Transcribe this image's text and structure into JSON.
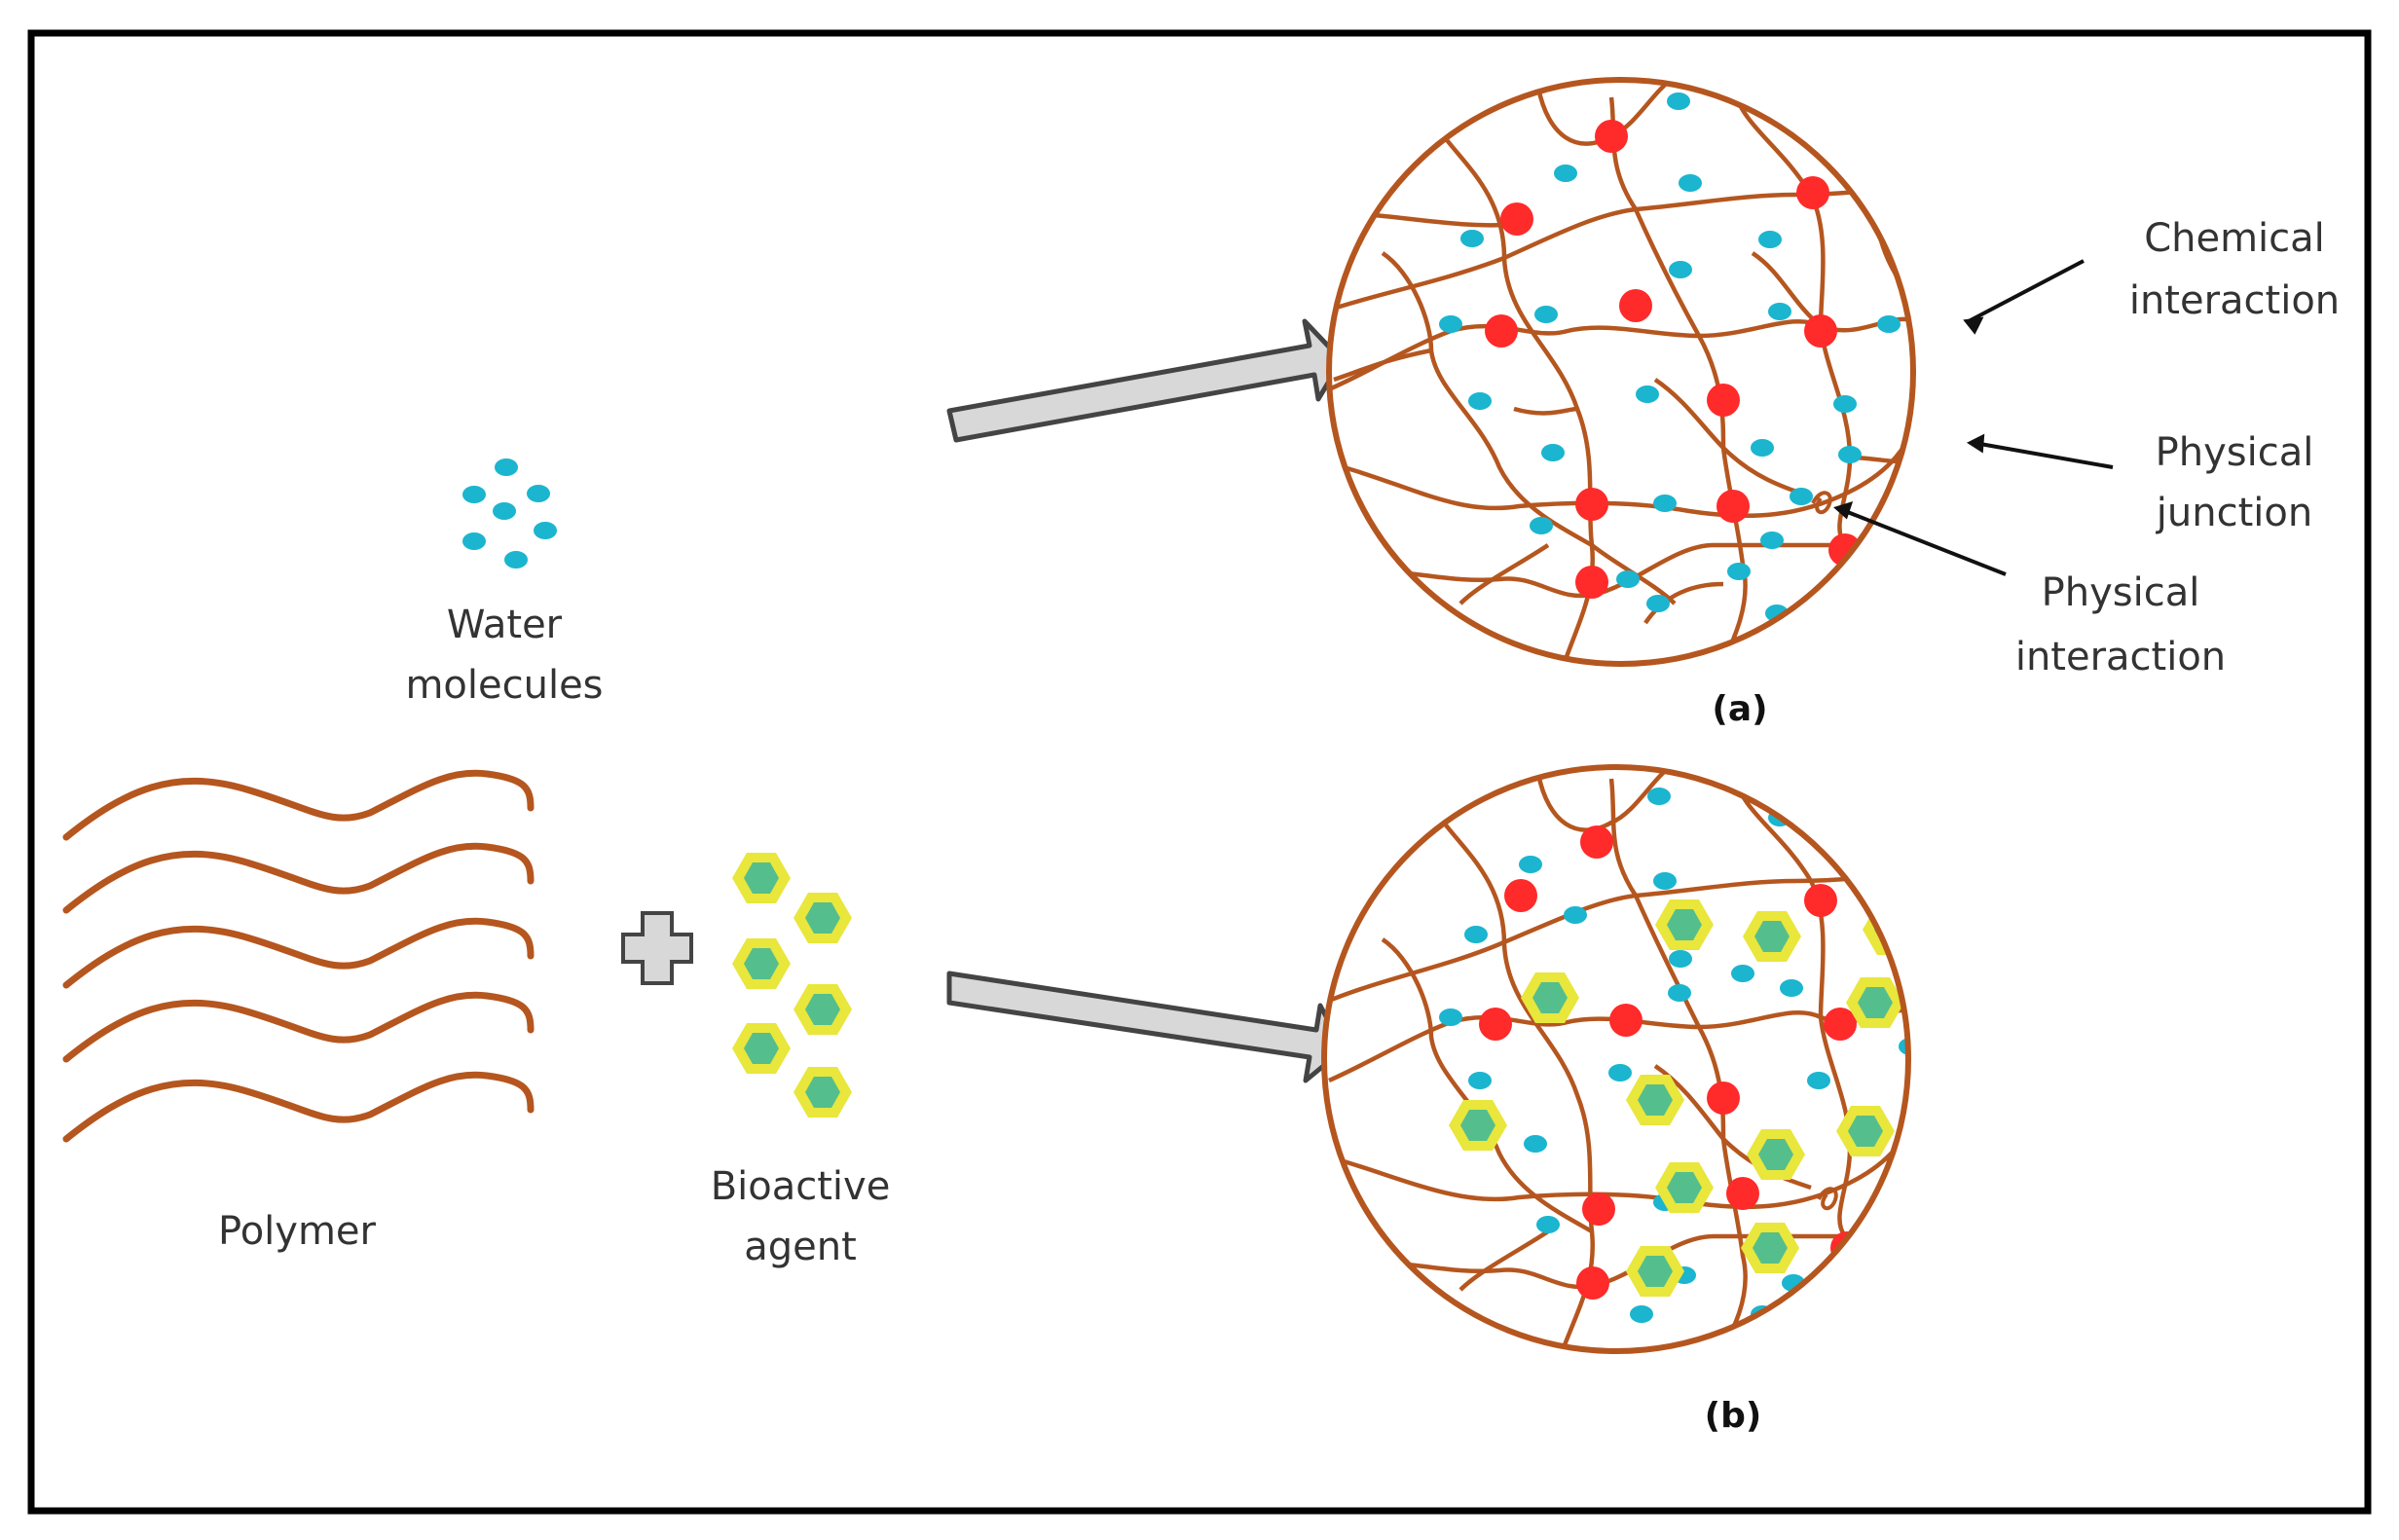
{
  "labels": {
    "water_line1": "Water",
    "water_line2": "molecules",
    "polymer": "Polymer",
    "bioactive_line1": "Bioactive",
    "bioactive_line2": "agent",
    "chemical_line1": "Chemical",
    "chemical_line2": "interaction",
    "physical_junction_line1": "Physical",
    "physical_junction_line2": "junction",
    "physical_interaction_line1": "Physical",
    "physical_interaction_line2": "interaction",
    "caption_a": "(a)",
    "caption_b": "(b)"
  },
  "colors": {
    "polymer": "#b5561f",
    "crosslink": "#ff2a2a",
    "water": "#1bb5cf",
    "agent_outer": "#e9e63c",
    "agent_inner": "#3ab79a",
    "arrow_fill": "#d8d8d8",
    "arrow_stroke": "#444444",
    "frame": "#000000"
  }
}
